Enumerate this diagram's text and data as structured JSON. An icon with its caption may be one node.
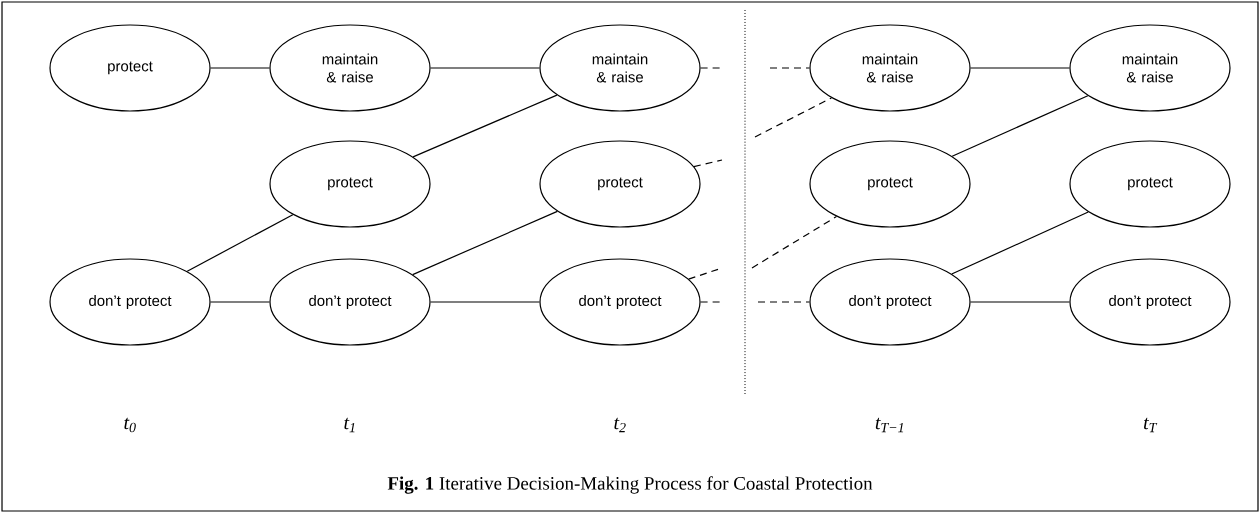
{
  "diagram": {
    "caption": "**Fig. 1** Iterative Decision-Making Process for Coastal Protection",
    "nodes": [
      {
        "text": [
          "protect"
        ]
      },
      {
        "text": [
          "maintain & raise"
        ]
      },
      {
        "text": [
          "maintain & raise"
        ]
      },
      {
        "text": [
          "maintain & raise"
        ]
      },
      {
        "text": [
          "maintain & raise"
        ]
      },
      {
        "text": [
          "protect"
        ]
      },
      {
        "text": [
          "protect"
        ]
      },
      {
        "text": [
          "protect"
        ]
      },
      {
        "text": [
          "protect"
        ]
      },
      {
        "text": [
          "don’t protect"
        ]
      },
      {
        "text": [
          "don’t protect"
        ]
      },
      {
        "text": [
          "don’t protect"
        ]
      },
      {
        "text": [
          "don’t protect"
        ]
      },
      {
        "text": [
          "don’t protect"
        ]
      }
    ],
    "edges": [
      {
        "from": 0,
        "to": 1,
        "arrow": "none"
      },
      {
        "from": 1,
        "to": 2,
        "arrow": "none"
      },
      {
        "from": 5,
        "to": 2,
        "arrow": "none"
      },
      {
        "from": 9,
        "to": 5,
        "arrow": "none"
      },
      {
        "from": 9,
        "to": 10,
        "arrow": "none"
      },
      {
        "from": 10,
        "to": 6,
        "arrow": "none"
      },
      {
        "from": 10,
        "to": 11,
        "arrow": "none"
      },
      {
        "from": 3,
        "to": 4,
        "arrow": "none"
      },
      {
        "from": 7,
        "to": 4,
        "arrow": "none"
      },
      {
        "from": 12,
        "to": 8,
        "arrow": "none"
      },
      {
        "from": 12,
        "to": 13,
        "arrow": "none"
      },
      {
        "from": 2,
        "to": null,
        "arrow": "none",
        "style": "dashed"
      },
      {
        "from": 6,
        "to": null,
        "arrow": "none",
        "style": "dashed"
      },
      {
        "from": 11,
        "to": null,
        "arrow": "none",
        "style": "dashed"
      },
      {
        "from": 11,
        "to": null,
        "arrow": "none",
        "style": "dashed"
      },
      {
        "from": null,
        "to": 3,
        "arrow": "none",
        "style": "dashed"
      },
      {
        "from": null,
        "to": 3,
        "arrow": "none",
        "style": "dashed"
      },
      {
        "from": null,
        "to": 7,
        "arrow": "none",
        "style": "dashed"
      },
      {
        "from": null,
        "to": 12,
        "arrow": "none",
        "style": "dashed"
      }
    ],
    "labels": [
      "t$_{0}$",
      "t$_{1}$",
      "t$_{2}$",
      "t$_{T−1}$",
      "t$_{T}$"
    ]
  }
}
